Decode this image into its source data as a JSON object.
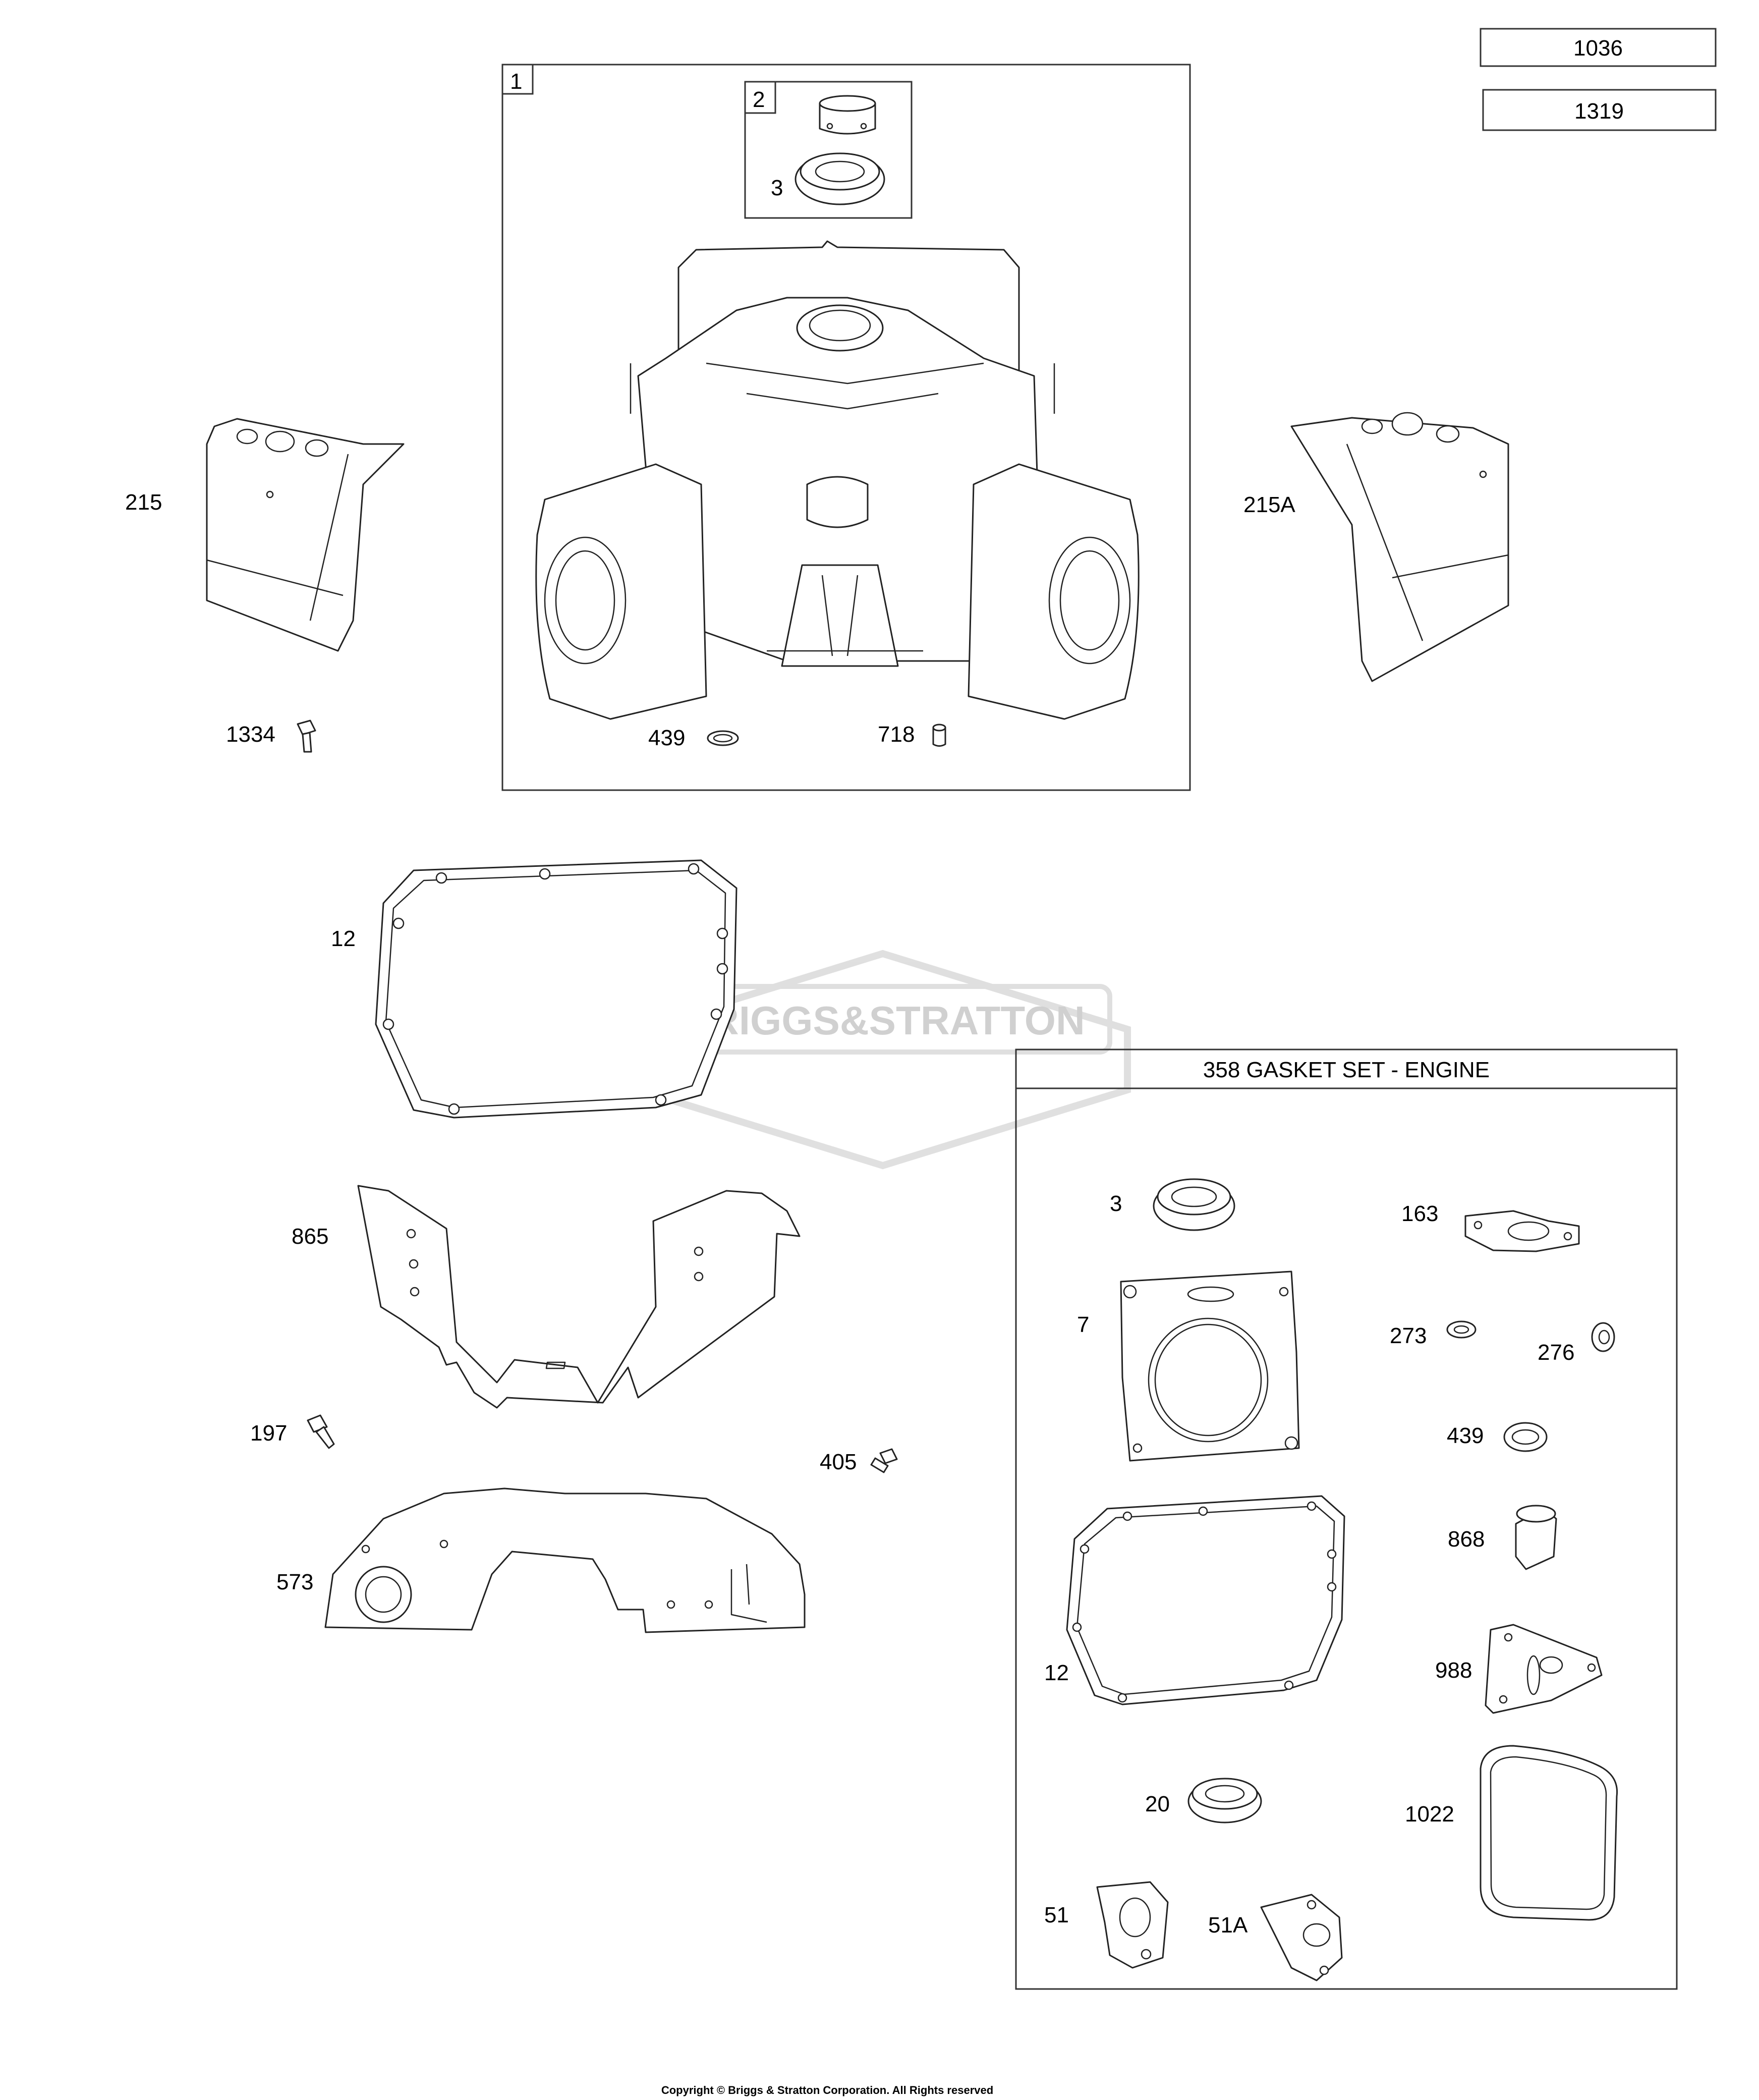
{
  "reference_numbers": [
    "1036",
    "1319"
  ],
  "watermark": "BRIGGS&STRATTON",
  "kits": {
    "block": "1",
    "sleeve_kit": "2",
    "gasket_set": "358 GASKET SET - ENGINE"
  },
  "labels": {
    "p3_top": "3",
    "p215": "215",
    "p215a": "215A",
    "p1334": "1334",
    "p439_top": "439",
    "p718": "718",
    "p12_main": "12",
    "p865": "865",
    "p197": "197",
    "p405": "405",
    "p573": "573",
    "g3": "3",
    "g163": "163",
    "g7": "7",
    "g273": "273",
    "g276": "276",
    "g439": "439",
    "g868": "868",
    "g12": "12",
    "g988": "988",
    "g20": "20",
    "g1022": "1022",
    "g51": "51",
    "g51a": "51A"
  },
  "copyright": "Copyright © Briggs & Stratton Corporation. All Rights reserved"
}
